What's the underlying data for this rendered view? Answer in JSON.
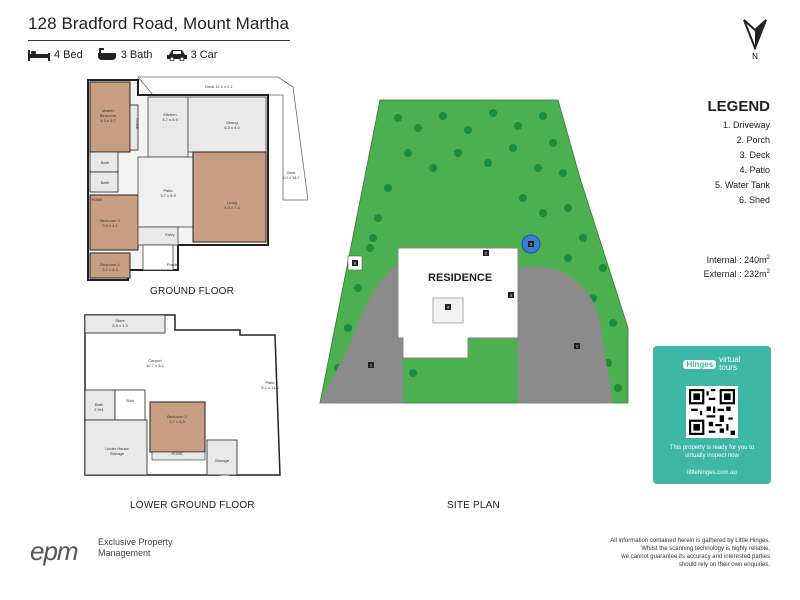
{
  "header": {
    "address": "128 Bradford Road, Mount Martha",
    "beds": "4 Bed",
    "baths": "3 Bath",
    "cars": "3 Car"
  },
  "north": {
    "label": "N"
  },
  "legend": {
    "title": "LEGEND",
    "items": [
      "1. Driveway",
      "2. Porch",
      "3. Deck",
      "4. Patio",
      "5. Water Tank",
      "6. Shed"
    ]
  },
  "area": {
    "internal": "Internal  : 240m",
    "external": "External : 232m",
    "sup": "2"
  },
  "ground_floor": {
    "label": "GROUND FLOOR",
    "rooms": {
      "deck_top": "Deck\n11.1 x 2.1",
      "master": "Master\nBedroom\n4.3 x 3.7",
      "robe1": "ROBE",
      "kitchen": "Kitchen\n4.7 x 4.9",
      "dining": "Dining\n6.3 x 4.0",
      "bath1": "Bath",
      "bath2": "Bath",
      "robe2": "ROBE",
      "bedroom3": "Bedroom 3\n3.3 x 4.1",
      "patio": "Patio\n3.7 x 5.9",
      "living": "Living\n6.3 x 7.4",
      "deck_right": "Deck\n3.0 x 14.7",
      "bedroom4": "Bedroom 4\n3.2 x 3.3",
      "entry": "Entry",
      "porch": "Porch"
    }
  },
  "lower_floor": {
    "label": "LOWER GROUND FLOOR",
    "rooms": {
      "store": "Store\n5.5 x 1.9",
      "carport": "Carport\n10.7 x 9.2",
      "patio": "Patio\n5.1 x 11.6",
      "bath": "Bath\n2.9x1",
      "stair": "Stair",
      "bedroom2": "Bedroom 2\n3.7 x 4.8",
      "robe": "ROBE",
      "underhouse": "Under House\nStorage",
      "storage": "Storage"
    }
  },
  "site": {
    "label": "SITE PLAN",
    "residence": "RESIDENCE",
    "markers": [
      "1",
      "1",
      "2",
      "3",
      "4",
      "5",
      "6"
    ]
  },
  "card": {
    "badge": "Hinges",
    "product_line1": "virtual",
    "product_line2": "tours",
    "text": "This property is ready for you to virtually inspect now",
    "url": "littlehinges.com.au"
  },
  "agency": {
    "logo": "epm",
    "name_line1": "Exclusive Property",
    "name_line2": "Management"
  },
  "disclaimer": {
    "line1": "All information contained herein is gathered by Little Hinges.",
    "line2": "Whilst the scanning technology is highly reliable,",
    "line3": "we cannot guarantee its accuracy and interested parties",
    "line4": "should rely on their own enquiries."
  },
  "colors": {
    "wood": "#c99f84",
    "tile": "#e9e9e9",
    "grass": "#4caf50",
    "tree": "#1b8c3a",
    "driveway": "#8a8a8a",
    "tank": "#3a7bd5",
    "card": "#3fb7a6"
  }
}
